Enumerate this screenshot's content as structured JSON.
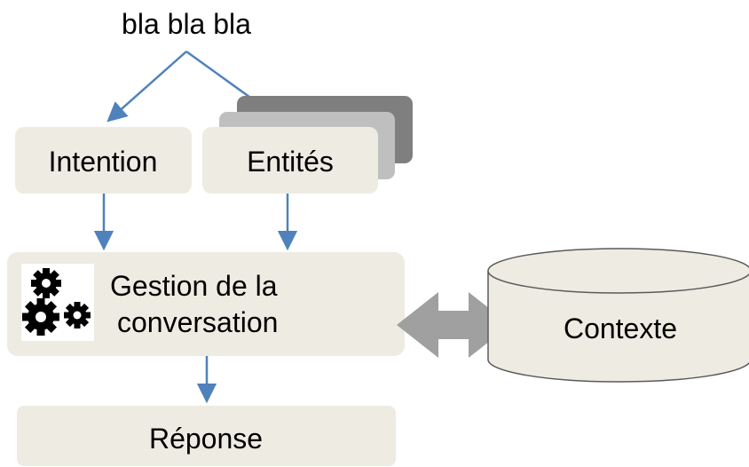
{
  "diagram": {
    "input_text": "bla bla bla",
    "intent_label": "Intention",
    "entities_label": "Entités",
    "dialog_label_line1": "Gestion de la",
    "dialog_label_line2": "conversation",
    "context_label": "Contexte",
    "response_label": "Réponse"
  },
  "colors": {
    "box_fill": "#eeebe2",
    "arrow_blue": "#4f81bd",
    "double_arrow_gray": "#a0a0a0",
    "stack_dark": "#7f7f7f",
    "stack_mid": "#bfbfbf",
    "cylinder_stroke": "#5a5a5a"
  },
  "icons": {
    "gears": "gears-icon"
  }
}
